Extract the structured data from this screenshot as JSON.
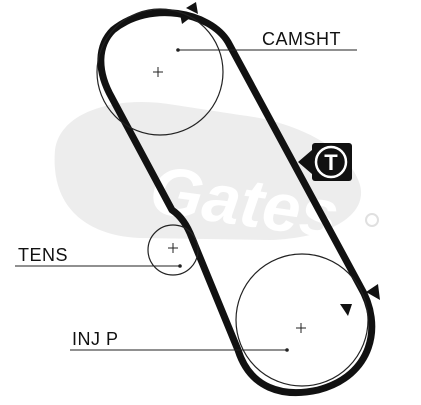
{
  "watermark": {
    "brand": "Gates",
    "color": "#e3e3e3"
  },
  "labels": {
    "camshaft": "CAMSHT",
    "tensioner": "TENS",
    "injection_pump": "INJ P"
  },
  "badge": {
    "letter": "T",
    "icon": "tension-badge-icon"
  },
  "colors": {
    "belt": "#111111",
    "line": "#222222",
    "background": "#ffffff"
  }
}
